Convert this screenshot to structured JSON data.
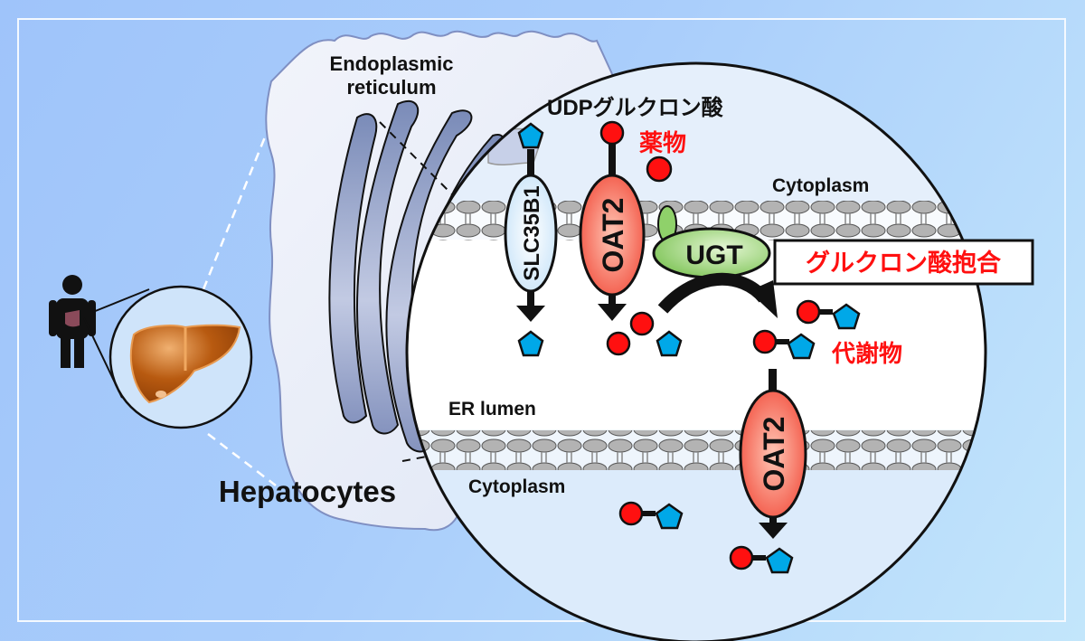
{
  "labels": {
    "er": [
      "Endoplasmic",
      "reticulum"
    ],
    "hepatocytes": "Hepatocytes",
    "udp_glucuronic_acid": "UDPグルクロン酸",
    "drug": "薬物",
    "cytoplasm_top": "Cytoplasm",
    "cytoplasm_bottom": "Cytoplasm",
    "er_lumen": "ER lumen",
    "glucuronidation": "グルクロン酸抱合",
    "metabolite": "代謝物"
  },
  "proteins": {
    "slc35b1": "SLC35B1",
    "oat2_upper": "OAT2",
    "oat2_lower": "OAT2",
    "ugt": "UGT"
  },
  "colors": {
    "drug_red": "#ff1010",
    "glucuronide_blue": "#00a8e8",
    "oat2_fill": "#f56a5a",
    "slc_fill": "#d6ecfb",
    "ugt_fill": "#8fd16a",
    "label_red": "#ff1010"
  }
}
